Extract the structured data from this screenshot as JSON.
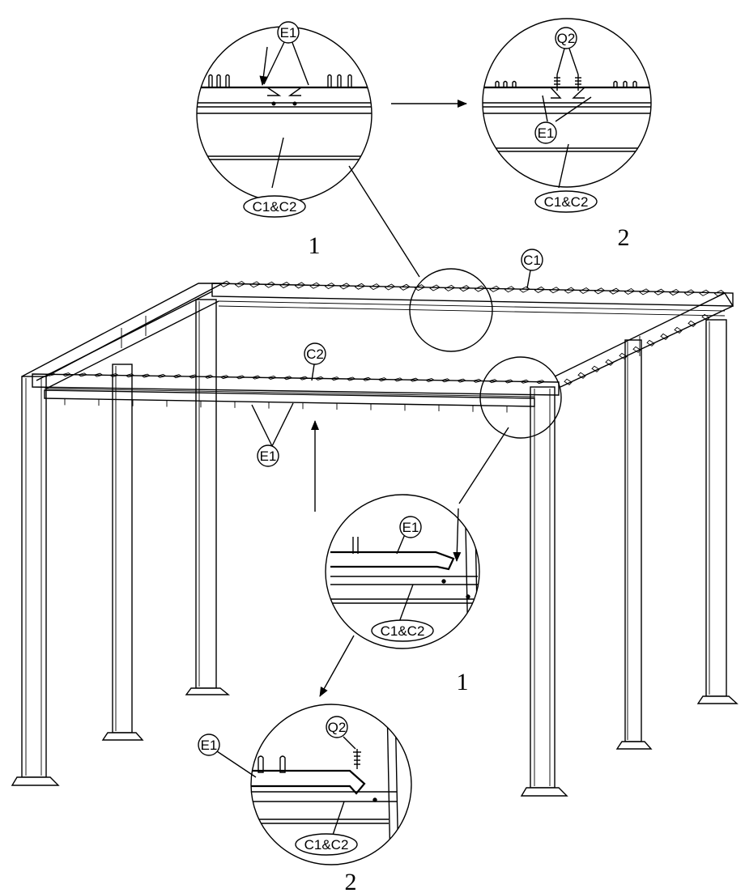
{
  "labels": {
    "c1": "C1",
    "c2": "C2",
    "e1": "E1",
    "q2": "Q2",
    "c1c2": "C1&C2"
  },
  "steps": {
    "one": "1",
    "two": "2"
  },
  "colors": {
    "line": "#000000",
    "background": "#ffffff"
  }
}
